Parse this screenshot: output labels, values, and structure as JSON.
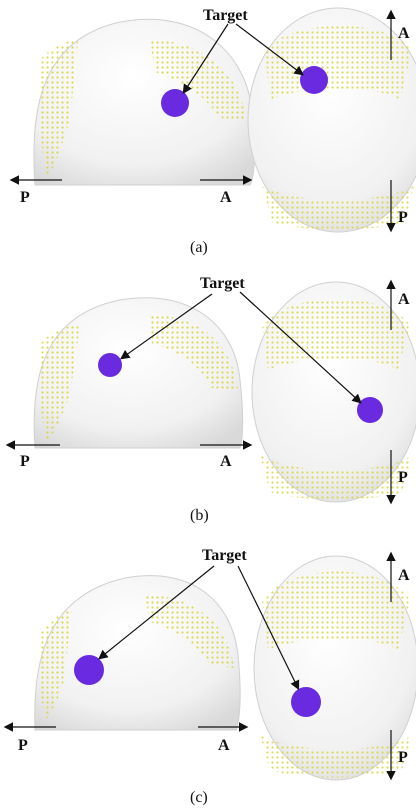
{
  "figure": {
    "panels": [
      {
        "caption": "(a)",
        "target_label": "Target",
        "side_view": {
          "posterior_label": "P",
          "anterior_label": "A"
        },
        "top_view": {
          "anterior_label": "A",
          "posterior_label": "P"
        }
      },
      {
        "caption": "(b)",
        "target_label": "Target",
        "side_view": {
          "posterior_label": "P",
          "anterior_label": "A"
        },
        "top_view": {
          "anterior_label": "A",
          "posterior_label": "P"
        }
      },
      {
        "caption": "(c)",
        "target_label": "Target",
        "side_view": {
          "posterior_label": "P",
          "anterior_label": "A"
        },
        "top_view": {
          "anterior_label": "A",
          "posterior_label": "P"
        }
      }
    ],
    "colors": {
      "electrode": "#d8d43a",
      "target": "#6a2be0",
      "head": "#f2f2f2"
    }
  }
}
